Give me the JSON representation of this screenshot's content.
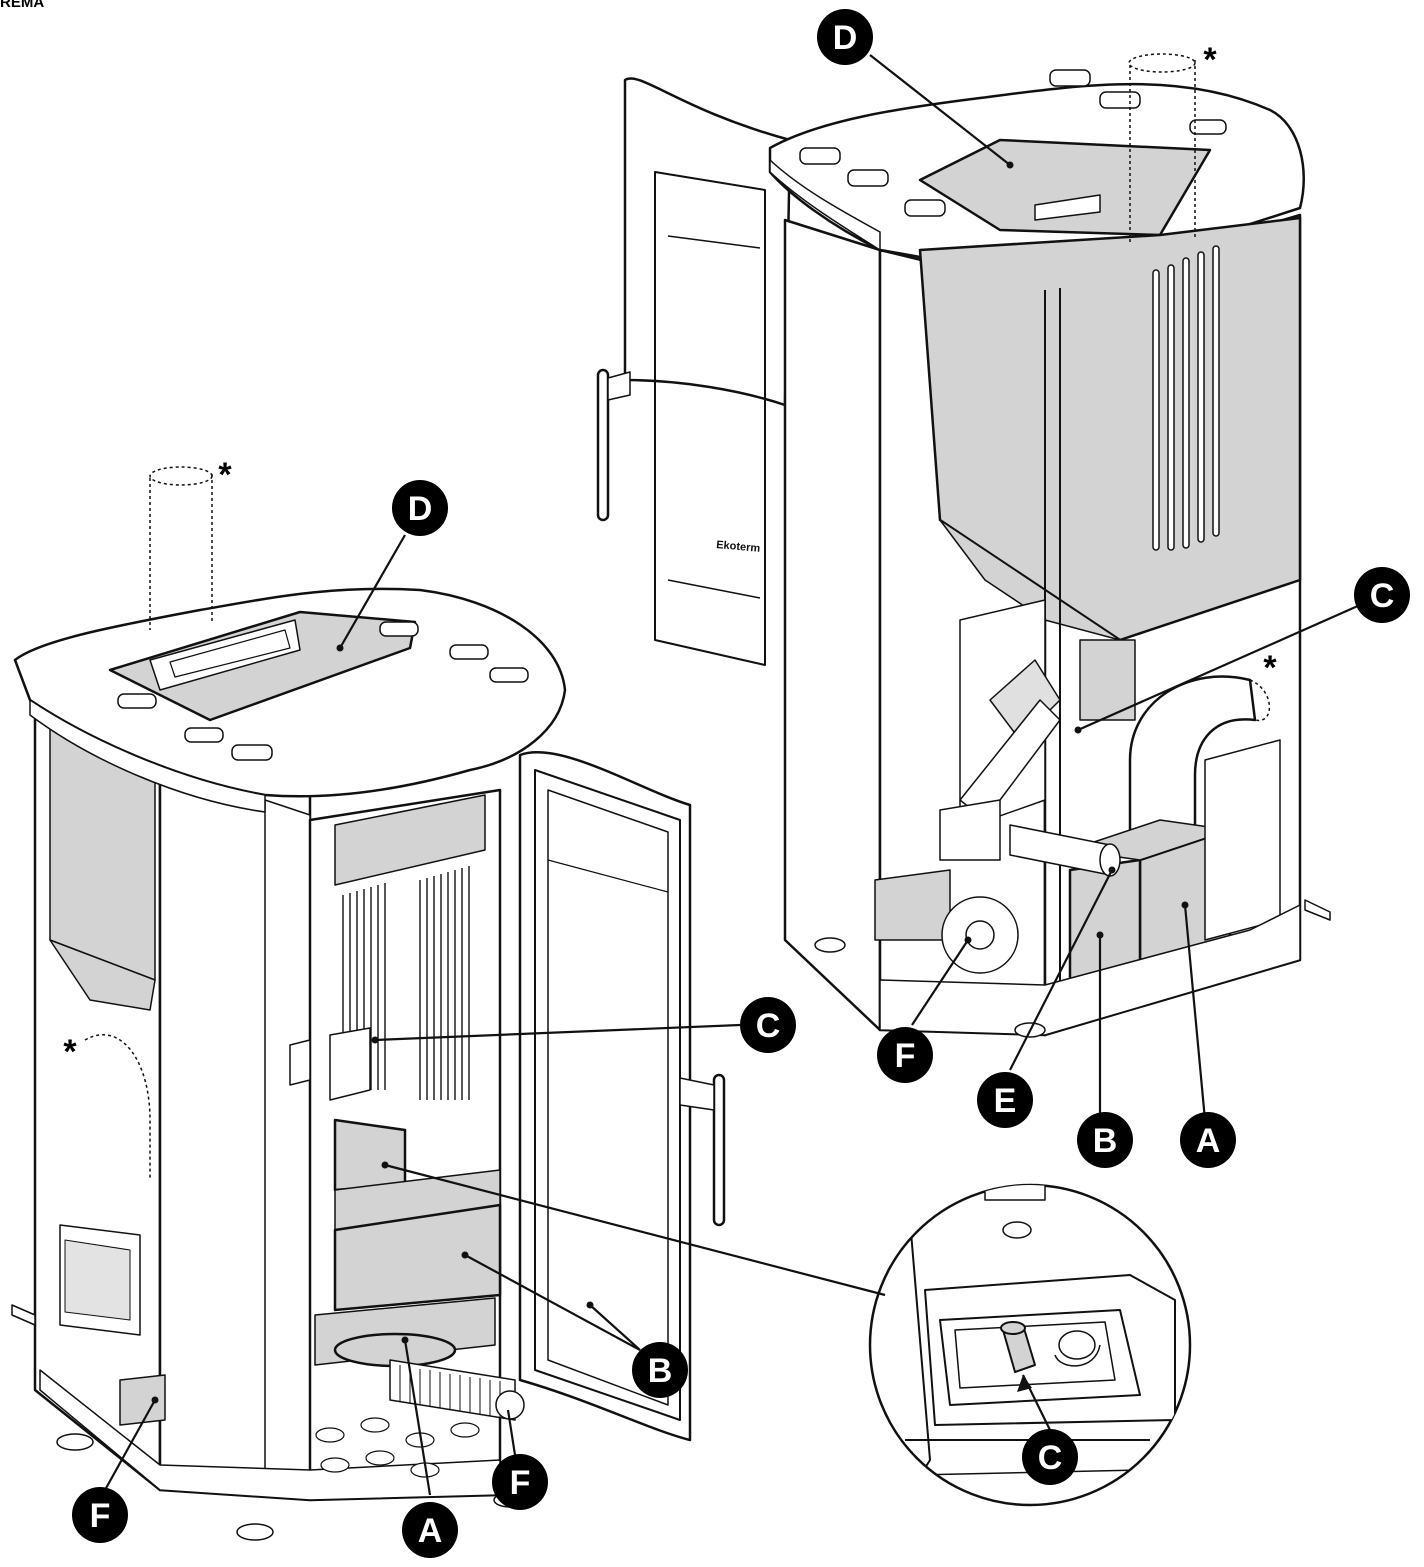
{
  "corner_label": "REMA",
  "colors": {
    "panel_fill": "#d3d3d3",
    "callout_fill": "#000000",
    "callout_text": "#ffffff",
    "stroke": "#111111"
  },
  "asterisk_symbol": "*",
  "brand_badge_text": "Ekoterm",
  "callouts": {
    "left_D": "D",
    "left_C": "C",
    "left_B": "B",
    "left_A": "A",
    "left_F_floor": "F",
    "left_F_side": "F",
    "right_D": "D",
    "right_C": "C",
    "right_F": "F",
    "right_E": "E",
    "right_B": "B",
    "right_A": "A",
    "detail_C": "C"
  }
}
